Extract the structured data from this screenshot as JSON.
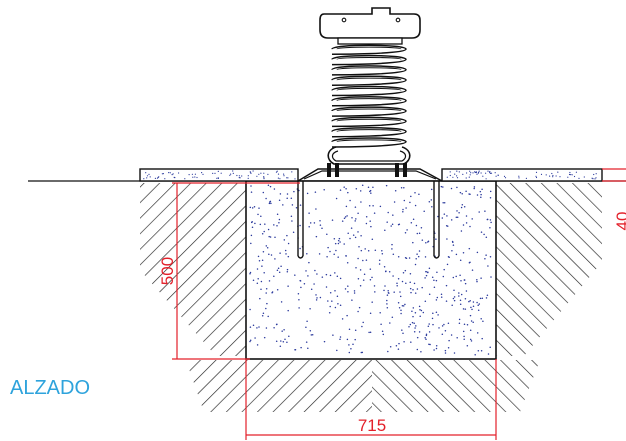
{
  "view_title": "ALZADO",
  "dimensions": {
    "depth": "500",
    "width": "715",
    "pavement_thickness": "40"
  },
  "colors": {
    "dimension": "#e3202a",
    "label": "#2ea3dc",
    "line": "#111111",
    "concrete_dots": "#2b3a9c"
  }
}
